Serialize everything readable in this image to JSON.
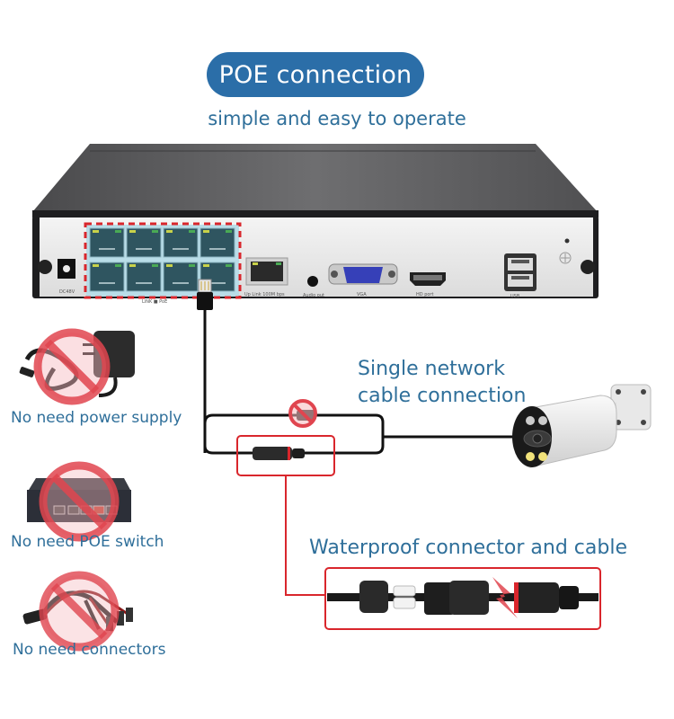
{
  "header": {
    "title": "POE connection",
    "subtitle": "simple and easy to operate"
  },
  "nvr": {
    "port_labels": {
      "dc_in": "DC48V",
      "poe_ports": "LINK  ■  PoE",
      "uplink": "Up Link 100M bps",
      "audio_out": "Audio out",
      "vga": "VGA",
      "hdmi": "HD port",
      "usb": "USB"
    },
    "poe_port_count": 8
  },
  "callouts": {
    "single_cable": [
      "Single network",
      "cable connection"
    ],
    "waterproof": "Waterproof connector and cable"
  },
  "not_needed": [
    {
      "label": "No need power supply",
      "icon": "power-adapter-icon"
    },
    {
      "label": "No need POE switch",
      "icon": "poe-switch-icon"
    },
    {
      "label": "No need connectors",
      "icon": "splitter-cable-icon"
    }
  ],
  "colors": {
    "brand_blue": "#2b6ea8",
    "text_blue": "#2f6f9a",
    "highlight_red": "#d9262c",
    "prohibit_red": "#e0454f"
  }
}
